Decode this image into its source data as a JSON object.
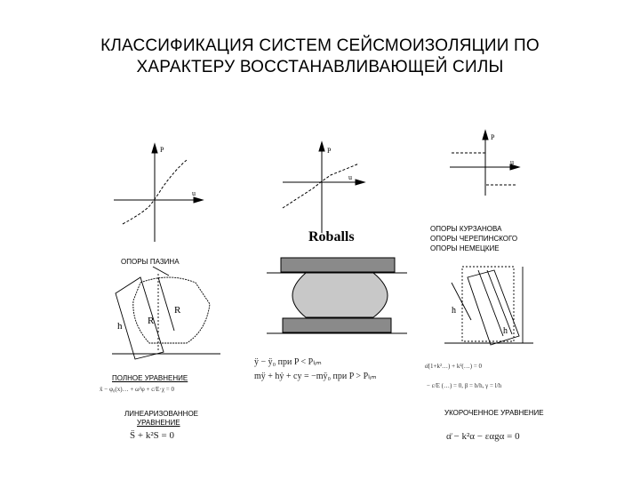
{
  "title": {
    "line1": "КЛАССИФИКАЦИЯ СИСТЕМ СЕЙСМОИЗОЛЯЦИИ ПО",
    "line2": "ХАРАКТЕРУ ВОССТАНАВЛИВАЮЩЕЙ СИЛЫ"
  },
  "graphs": {
    "g1_p": "P",
    "g1_u": "u",
    "g2_p": "P",
    "g2_u": "u",
    "g3_p": "P",
    "g3_u": "u"
  },
  "center": {
    "label": "Roballs",
    "eq1": "ÿ − ÿ₀   при   P < Pₗᵢₘ",
    "eq2": "mÿ + hẏ + cy = −mÿ₀   при   P > Pₗᵢₘ"
  },
  "left": {
    "supports": "ОПОРЫ  ПАЗИНА",
    "r1": "R",
    "r2": "R",
    "h": "h",
    "full_eq_title": "ПОЛНОЕ УРАВНЕНИЕ",
    "full_eq": "ẍ − φ₀(x)… + ω²φ + c/E·χ = 0",
    "lin_eq_title1": "ЛИНЕАРИЗОВАННОЕ",
    "lin_eq_title2": "УРАВНЕНИЕ",
    "lin_eq": "S̈ + k²S = 0"
  },
  "right": {
    "supports1": "ОПОРЫ  КУРЗАНОВА",
    "supports2": "ОПОРЫ  ЧЕРЕПИНСКОГО",
    "supports3": "ОПОРЫ  НЕМЕЦКИЕ",
    "h": "h",
    "h2": "h",
    "eq_a": "α̈(1+k²…) + k²(…) = 0",
    "eq_b": "− ε/E (…) = 0,   β = b/h,   γ = l/h",
    "short_eq_title": "УКОРОЧЕННОЕ УРАВНЕНИЕ",
    "short_eq": "α̈ − k²α − εαgα = 0"
  }
}
